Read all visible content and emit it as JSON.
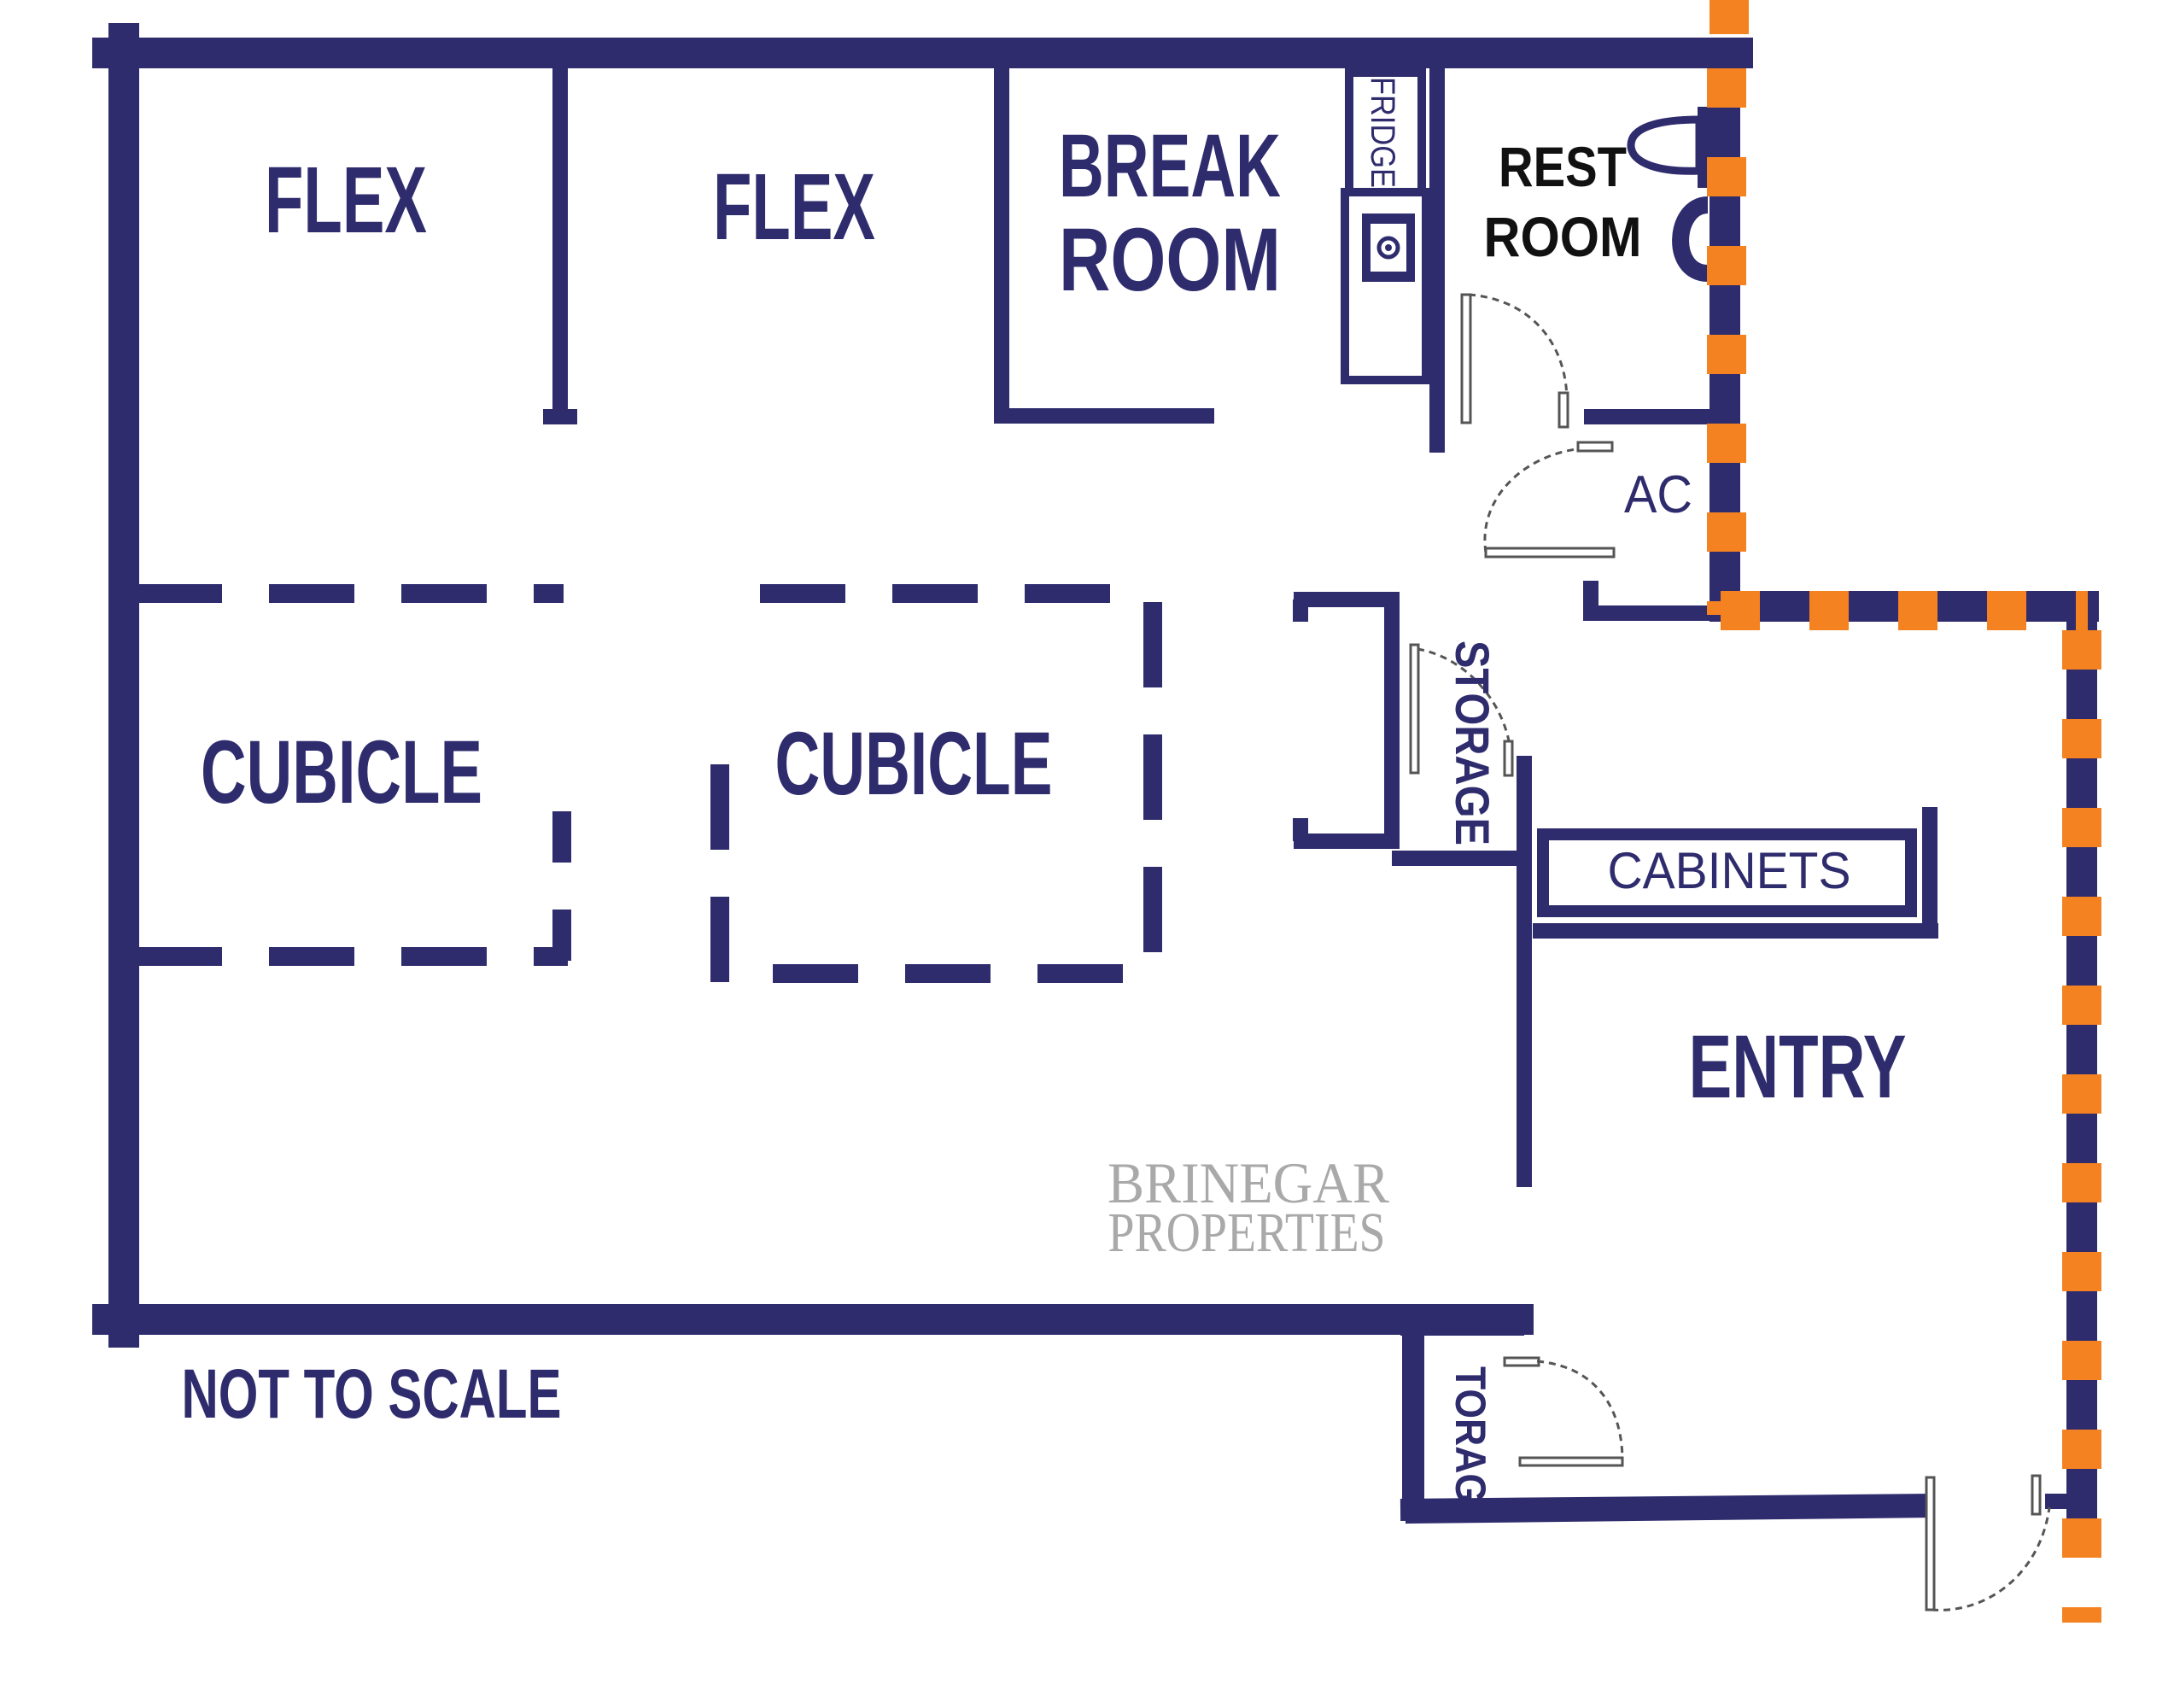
{
  "colors": {
    "wall": "#2f2c6e",
    "boundary": "#f58220",
    "door": "#555555",
    "watermark": "#a9a9a9",
    "background": "#ffffff"
  },
  "labels": {
    "flex_1": "FLEX",
    "flex_2": "FLEX",
    "break_room_line1": "BREAK",
    "break_room_line2": "ROOM",
    "fridge": "FRIDGE",
    "rest_room_line1": "REST",
    "rest_room_line2": "ROOM",
    "ac": "AC",
    "cubicle_1": "CUBICLE",
    "cubicle_2": "CUBICLE",
    "storage": "STORAGE",
    "cabinets": "CABINETS",
    "entry": "ENTRY",
    "storage_partial": "TORAG",
    "not_to_scale": "NOT TO SCALE"
  },
  "watermark": {
    "line1": "BRINEGAR",
    "line2": "PROPERTIES"
  },
  "icons": [
    "toilet-icon",
    "sink-icon",
    "stove-icon",
    "door-swing-icon"
  ]
}
